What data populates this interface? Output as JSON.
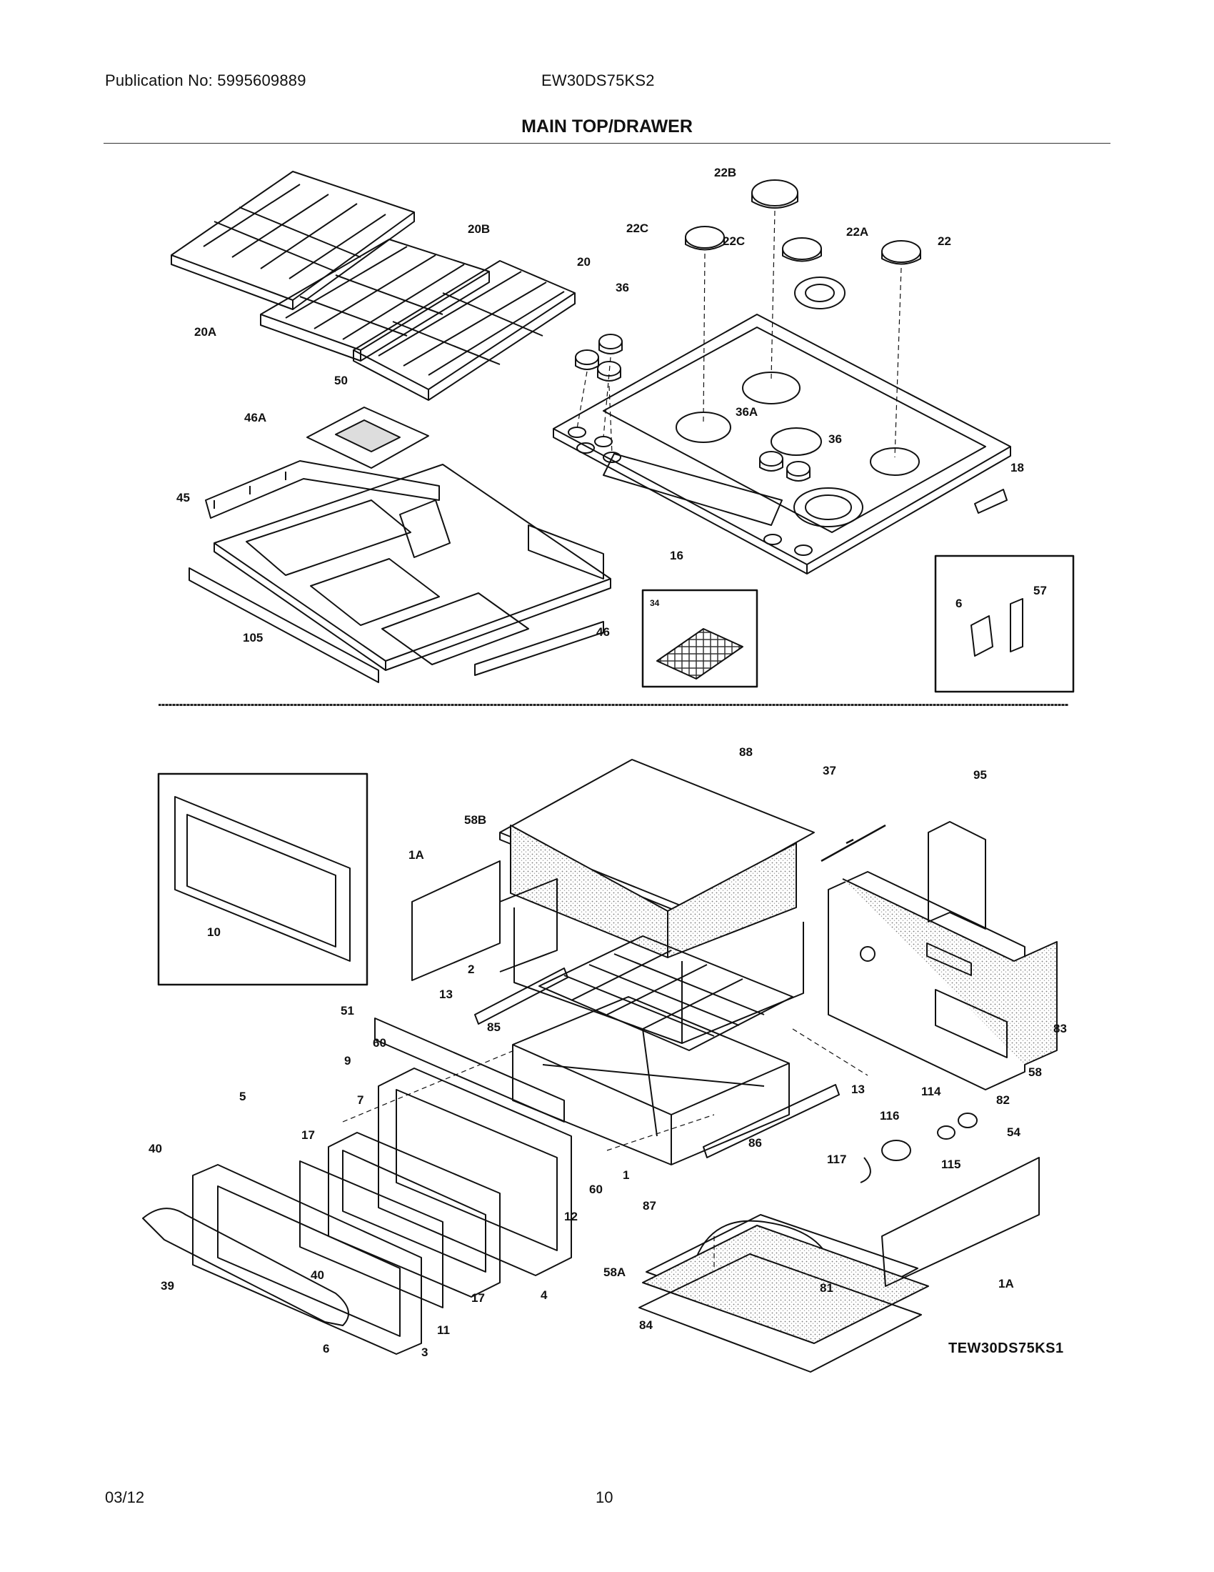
{
  "header": {
    "publication": "Publication No: 5995609889",
    "model": "EW30DS75KS2",
    "title": "MAIN TOP/DRAWER"
  },
  "diagram": {
    "reference_code": "TEW30DS75KS1",
    "callouts_top": [
      "22B",
      "22C",
      "22C",
      "22A",
      "22",
      "20B",
      "20",
      "20A",
      "36",
      "50",
      "46A",
      "36A",
      "36",
      "18",
      "45",
      "16",
      "34",
      "6",
      "57",
      "105",
      "46"
    ],
    "callouts_bottom": [
      "88",
      "37",
      "95",
      "58B",
      "1A",
      "10",
      "2",
      "13",
      "85",
      "51",
      "60",
      "9",
      "83",
      "58",
      "82",
      "13",
      "5",
      "7",
      "17",
      "114",
      "116",
      "54",
      "40",
      "86",
      "117",
      "115",
      "60",
      "12",
      "1",
      "87",
      "39",
      "40",
      "58A",
      "17",
      "4",
      "81",
      "1A",
      "11",
      "6",
      "3",
      "84"
    ]
  },
  "footer": {
    "date": "03/12",
    "page": "10"
  }
}
